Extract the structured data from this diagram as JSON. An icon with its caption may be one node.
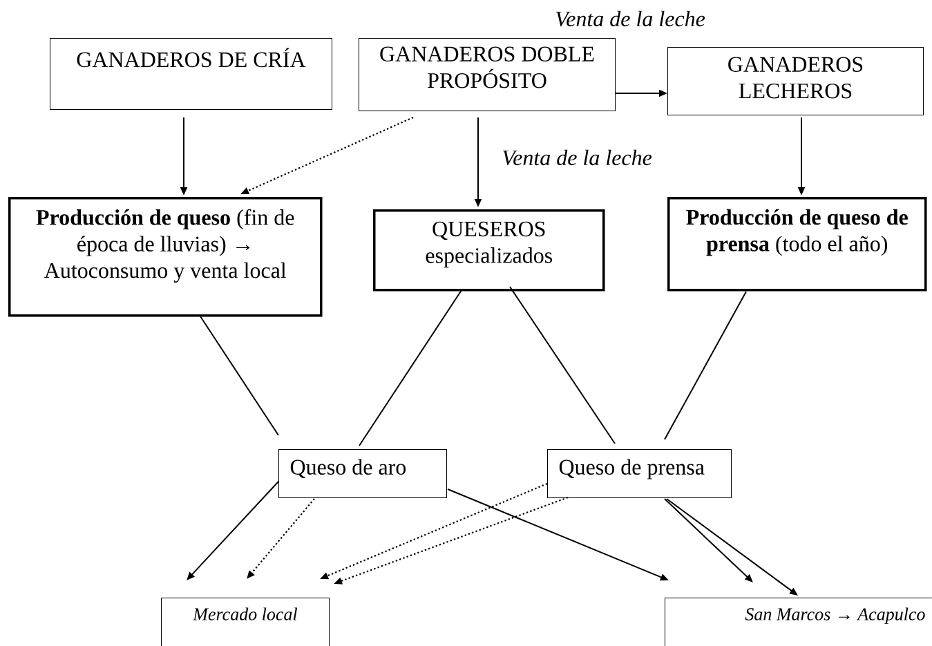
{
  "diagram": {
    "nodes": [
      {
        "text": [
          "GANADEROS DE CRÍA"
        ]
      },
      {
        "text": [
          "GANADEROS DOBLE PROPÓSITO"
        ]
      },
      {
        "text": [
          "GANADEROS LECHEROS"
        ]
      },
      {
        "text": [
          "**Producción de queso** (fin de época de lluvias) → Autoconsumo y venta local"
        ]
      },
      {
        "text": [
          "QUESEROS especializados"
        ]
      },
      {
        "text": [
          "**Producción de queso de prensa** (todo el año)"
        ]
      },
      {
        "text": [
          "Queso de aro"
        ]
      },
      {
        "text": [
          "Queso de prensa"
        ]
      },
      {
        "text": [
          "*Mercado local*"
        ]
      },
      {
        "text": [
          "*San Marcos → Acapulco*"
        ]
      }
    ],
    "edges": [
      {
        "from": 0,
        "to": 3,
        "arrow": "to"
      },
      {
        "from": 1,
        "to": 3,
        "arrow": "to",
        "style": "dashed"
      },
      {
        "from": 1,
        "to": 2,
        "arrow": "to",
        "label": "Venta de la leche"
      },
      {
        "from": 1,
        "to": 4,
        "arrow": "to",
        "label": "Venta de la  leche"
      },
      {
        "from": 2,
        "to": 5,
        "arrow": "to"
      },
      {
        "from": 3,
        "to": 6,
        "arrow": "none"
      },
      {
        "from": 4,
        "to": 6,
        "arrow": "none"
      },
      {
        "from": 4,
        "to": 7,
        "arrow": "none"
      },
      {
        "from": 5,
        "to": 7,
        "arrow": "none"
      },
      {
        "from": 6,
        "to": 8,
        "arrow": "to"
      },
      {
        "from": 6,
        "to": 8,
        "arrow": "to",
        "style": "dashed"
      },
      {
        "from": 6,
        "to": 9,
        "arrow": "to"
      },
      {
        "from": 7,
        "to": 8,
        "arrow": "to",
        "style": "dashed"
      },
      {
        "from": 7,
        "to": 8,
        "arrow": "to",
        "style": "dashed"
      },
      {
        "from": 7,
        "to": 9,
        "arrow": "to"
      },
      {
        "from": 7,
        "to": 9,
        "arrow": "to"
      }
    ]
  }
}
